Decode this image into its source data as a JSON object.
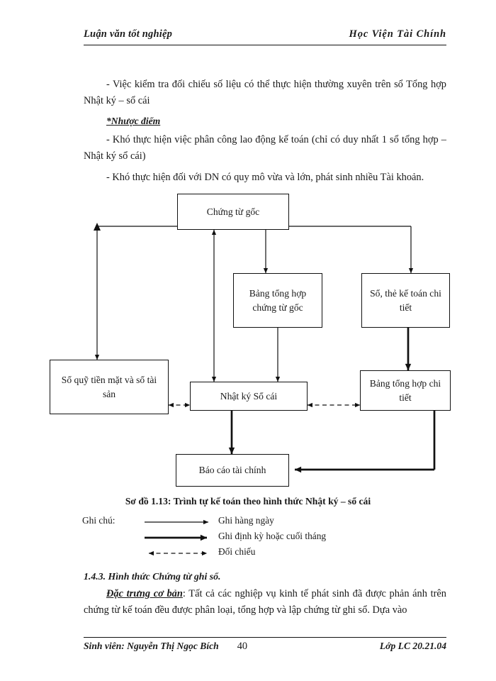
{
  "header": {
    "left": "Luận văn tốt nghiệp",
    "right": "Học  Viện Tài Chính"
  },
  "content": {
    "para1": "- Việc kiểm tra đối chiếu số liệu có thể thực hiện thường xuyên trên sổ Tổng hợp Nhật ký – sổ cái",
    "subheading_disadvantages": "*Nhược điểm",
    "para2": "- Khó thực hiện việc phân  công lao động kế toán (chỉ có duy nhất 1 sổ tổng hợp – Nhật ký sổ cái)",
    "para3": "- Khó thực hiện đối với DN có quy mô vừa và lớn, phát sinh nhiều Tài khoản."
  },
  "diagram": {
    "caption": "Sơ đồ 1.13: Trình tự kế toán theo hình thức Nhật ký – sổ cái",
    "nodes": {
      "source_documents": "Chứng từ gốc",
      "summary_table": "Bảng tổng hợp chứng từ gốc",
      "detail_ledger": "Sổ, thẻ kế toán chi tiết",
      "cash_book": "Sổ quỹ tiền mặt và sổ tài sản",
      "journal_ledger": "Nhật ký Sổ cái",
      "detail_summary": "Bảng tổng hợp chi tiết",
      "financial_report": "Báo cáo tài chính"
    }
  },
  "legend": {
    "lead": "Ghi chú:",
    "items": [
      {
        "art": "thin-arrow",
        "text": "Ghi hàng ngày"
      },
      {
        "art": "thick-arrow",
        "text": "Ghi định kỳ hoặc cuối tháng"
      },
      {
        "art": "dashed-double-arrow",
        "text": "Đối chiếu"
      }
    ]
  },
  "section": {
    "heading": "1.4.3. Hình thức Chứng từ ghi sổ.",
    "term": "Đặc trưng cơ bản",
    "body": ": Tất cả các nghiệp vụ kinh tế phát sinh đã được phản ánh trên chứng từ kế toán đều được phân loại, tổng hợp và lập chứng từ ghi sổ. Dựa vào"
  },
  "footer": {
    "student": "Sinh viên: Nguyễn Thị Ngọc Bích",
    "page": "40",
    "class": "Lớp LC 20.21.04"
  },
  "colors": {
    "ink": "#111111",
    "paper": "#ffffff"
  }
}
